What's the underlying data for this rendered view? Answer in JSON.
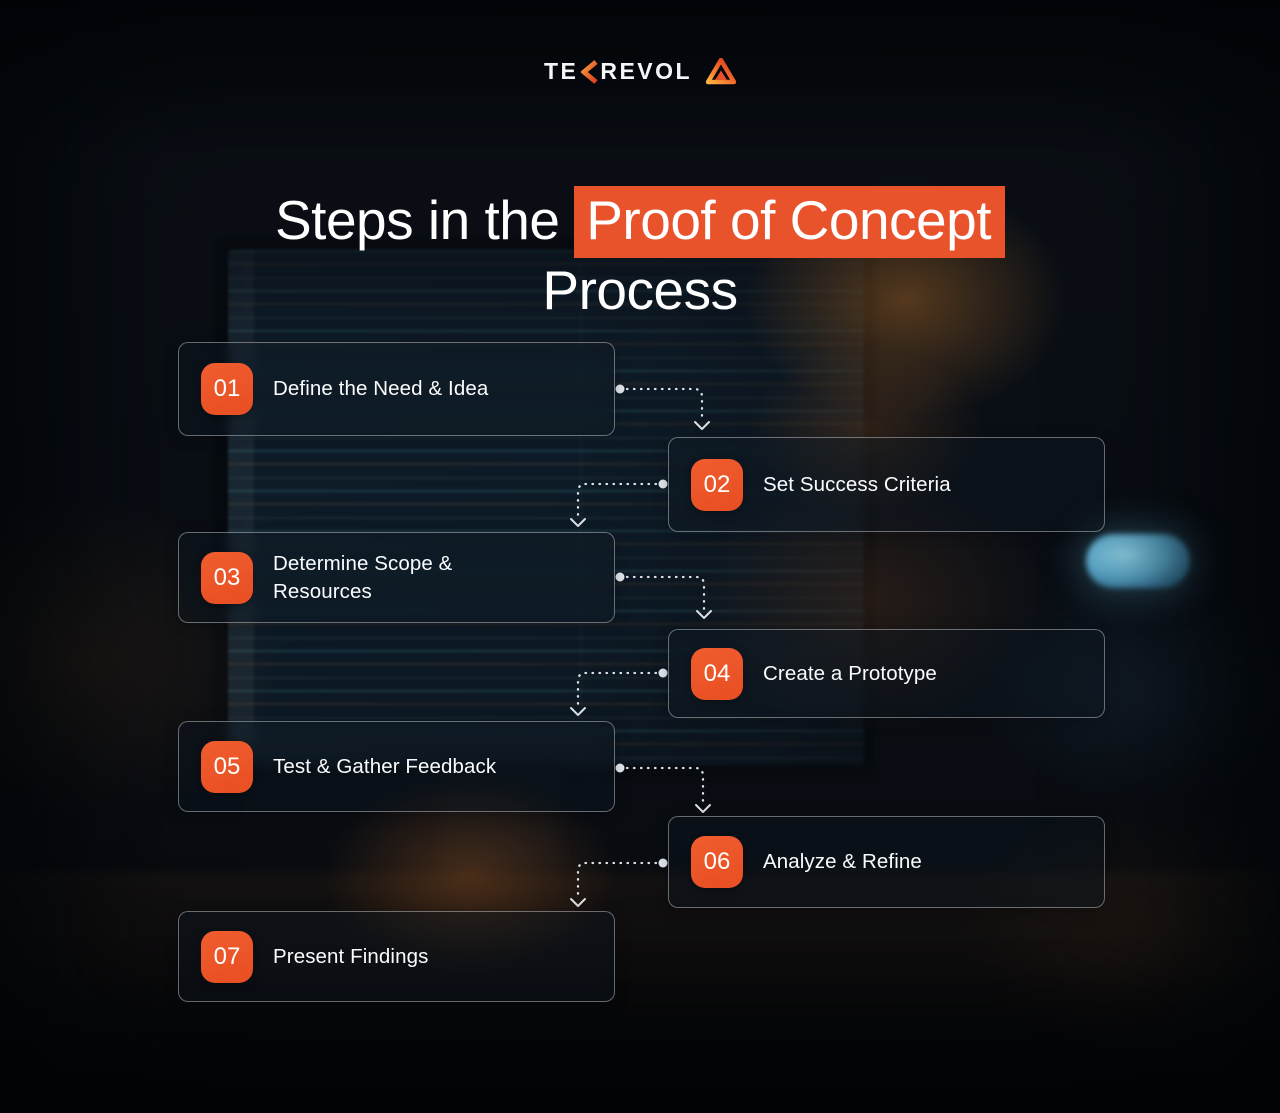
{
  "logo": {
    "text_left": "TE",
    "text_right": "REVOL",
    "chevron_icon": "chevron-k-icon",
    "triangle_icon": "tekrevol-triangle-icon"
  },
  "title": {
    "prefix": "Steps in the",
    "highlight": "Proof of Concept",
    "suffix": "Process"
  },
  "steps": [
    {
      "number": "01",
      "label": "Define the Need & Idea"
    },
    {
      "number": "02",
      "label": "Set Success Criteria"
    },
    {
      "number": "03",
      "label": "Determine Scope & Resources"
    },
    {
      "number": "04",
      "label": "Create a Prototype"
    },
    {
      "number": "05",
      "label": "Test & Gather Feedback"
    },
    {
      "number": "06",
      "label": "Analyze & Refine"
    },
    {
      "number": "07",
      "label": "Present Findings"
    }
  ],
  "colors": {
    "accent_orange": "#E9552B",
    "title_highlight_bg": "#E8532B",
    "card_border": "rgba(255,255,255,0.38)",
    "text_primary": "#FFFFFF",
    "connector": "#EEF3F7"
  },
  "icons": {
    "connector_start": "dot-icon",
    "connector_end": "arrow-down-icon"
  }
}
